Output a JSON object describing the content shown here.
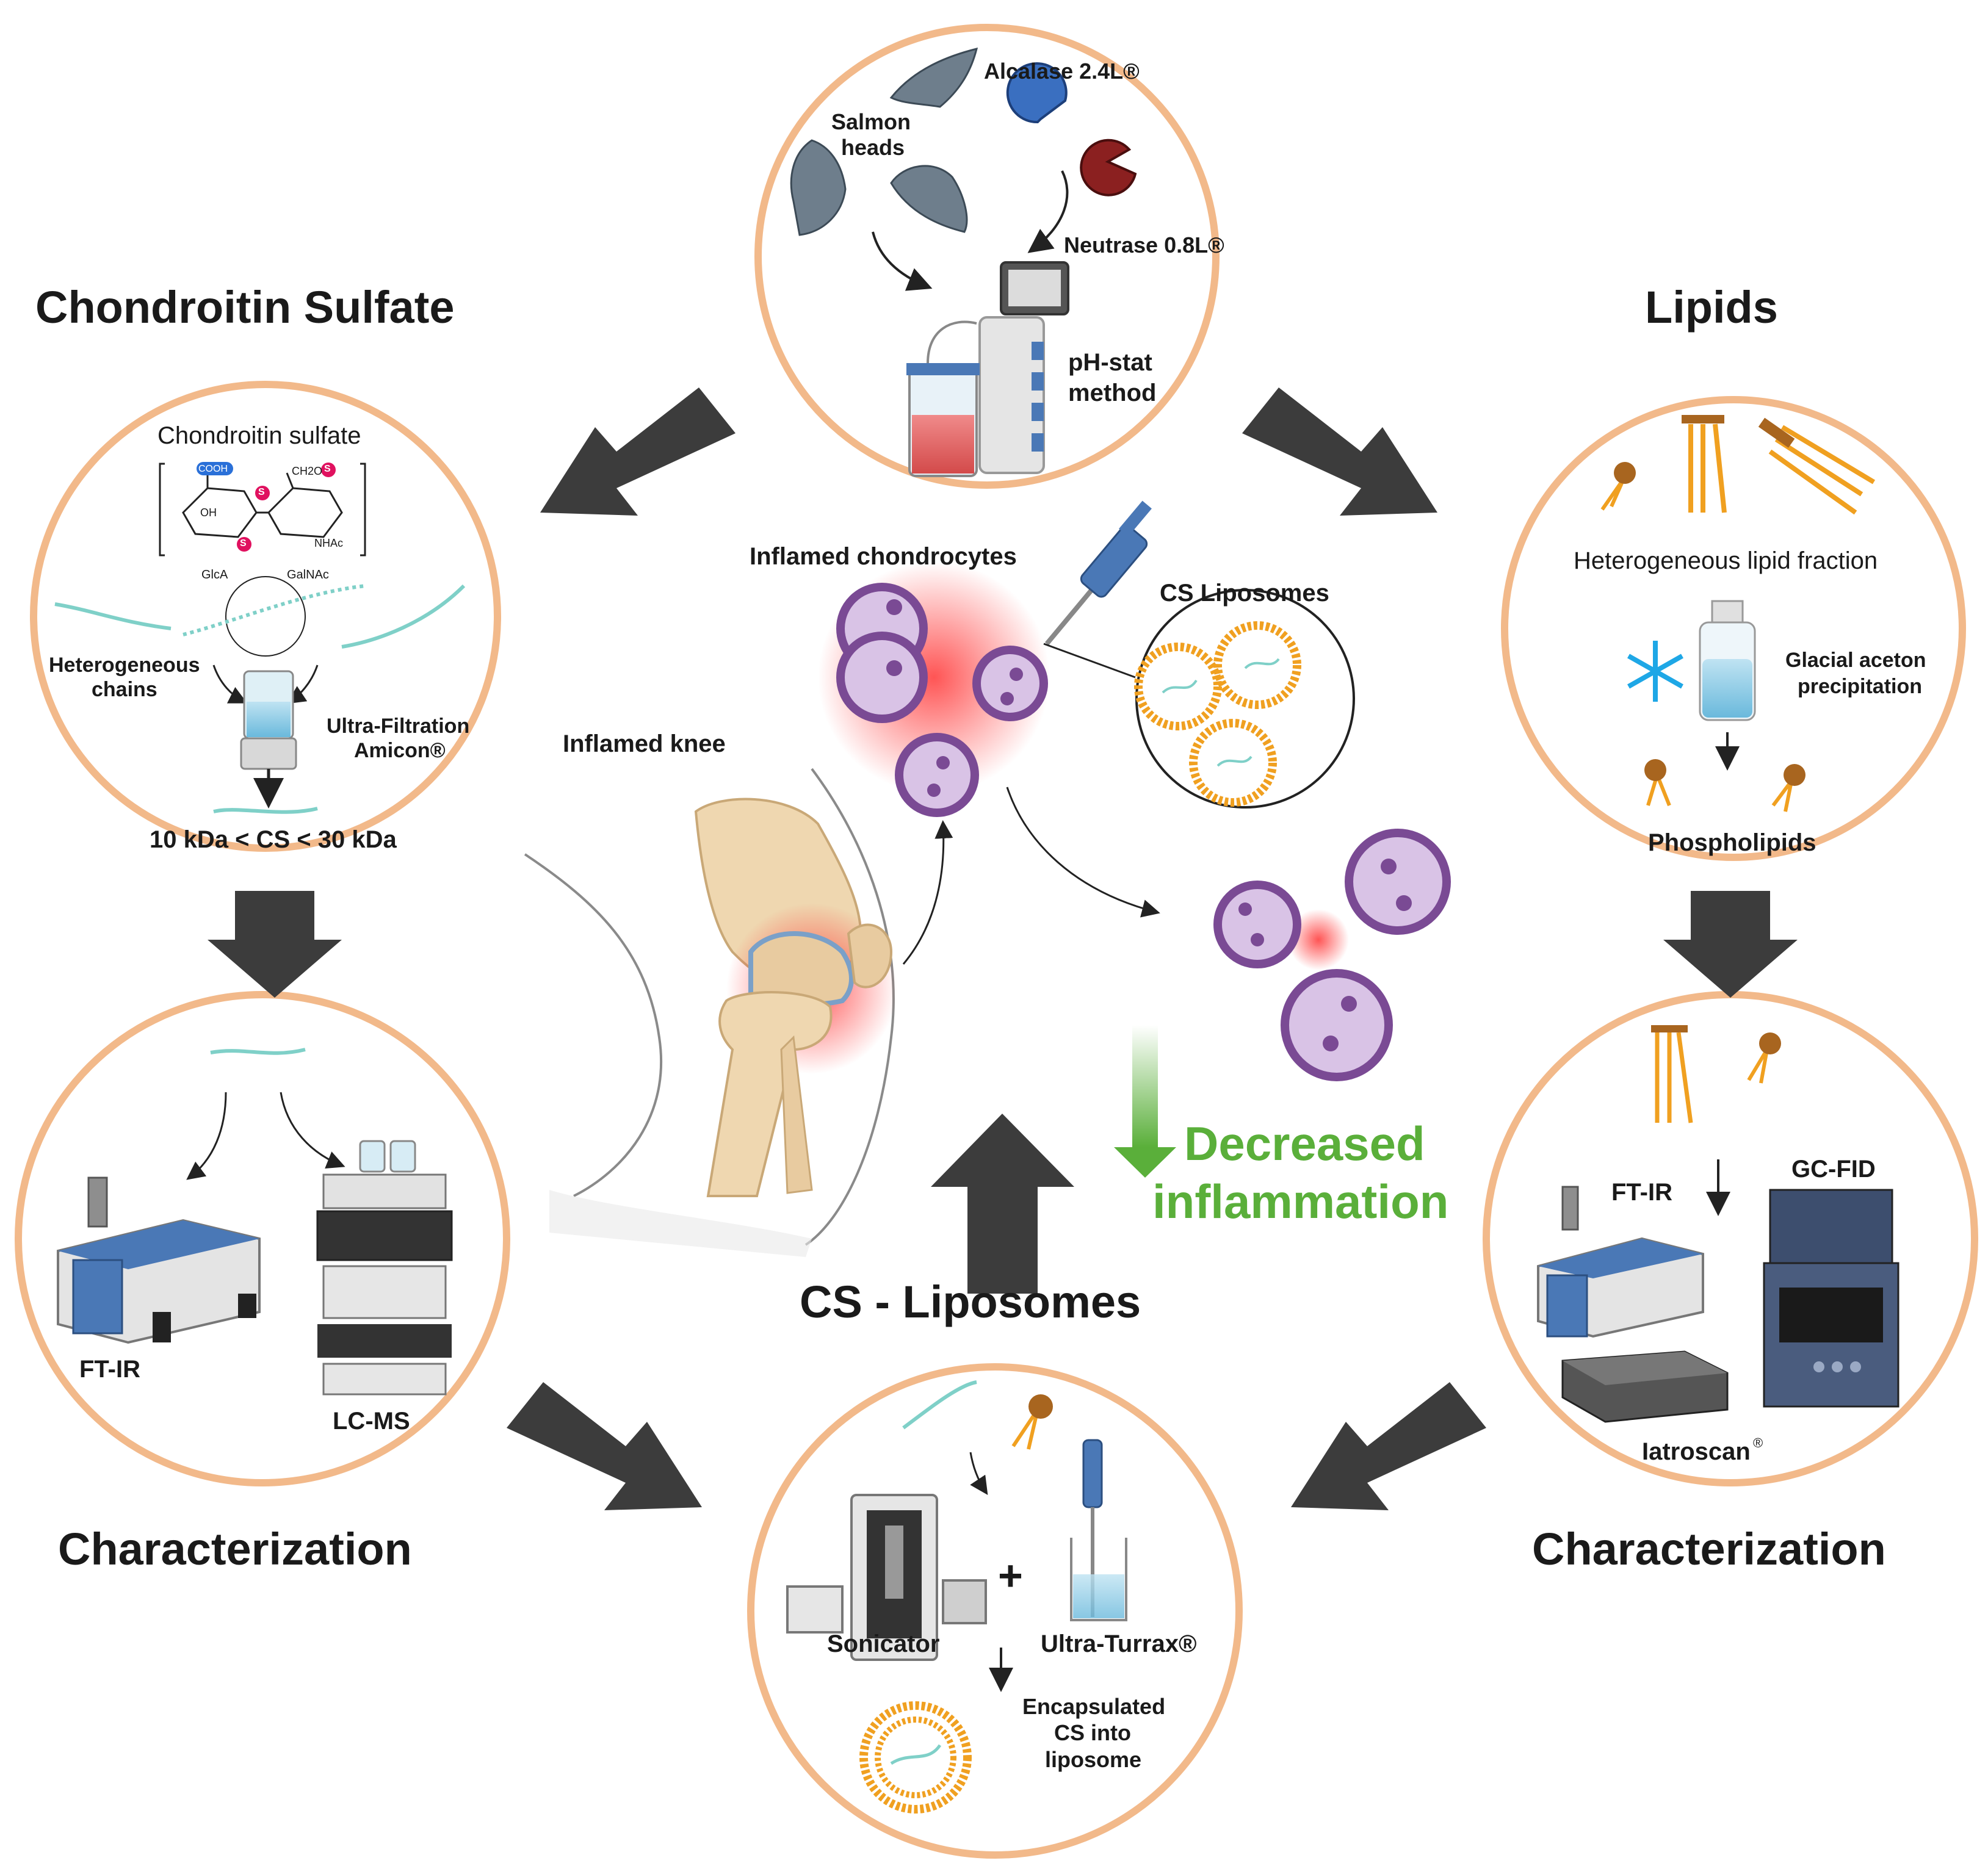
{
  "headings": {
    "chondroitin_sulfate": "Chondroitin Sulfate",
    "lipids": "Lipids",
    "characterization_left": "Characterization",
    "characterization_right": "Characterization",
    "cs_liposomes": "CS - Liposomes",
    "decreased_inflammation_line1": "Decreased",
    "decreased_inflammation_line2": "inflammation"
  },
  "top_circle": {
    "salmon_heads": [
      "Salmon",
      "heads"
    ],
    "alcalase": "Alcalase 2.4L®",
    "neutrase": "Neutrase 0.8L®",
    "ph_stat": [
      "pH-stat",
      "method"
    ]
  },
  "cs_circle": {
    "title": "Chondroitin sulfate",
    "heterogeneous_chains": [
      "Heterogeneous",
      "chains"
    ],
    "ultrafiltration": [
      "Ultra-Filtration",
      "Amicon®"
    ],
    "range": "10 kDa < CS < 30 kDa",
    "structure_labels": {
      "cooh": "COOH",
      "oh": "OH",
      "ch2o": "CH2O",
      "nhac": "NHAc",
      "glca": "GlcA",
      "galnac": "GalNAc",
      "s": "S"
    }
  },
  "lipids_circle": {
    "heterogeneous_lipid": "Heterogeneous lipid fraction",
    "precipitation": [
      "Glacial aceton",
      "precipitation"
    ],
    "phospholipids": "Phospholipids"
  },
  "char_left": {
    "ftir": "FT-IR",
    "lcms": "LC-MS"
  },
  "char_right": {
    "ftir": "FT-IR",
    "gcfid": "GC-FID",
    "iatroscan": "Iatroscan",
    "iatroscan_mark": "®"
  },
  "center": {
    "inflamed_chondrocytes": "Inflamed chondrocytes",
    "cs_liposomes_label": "CS Liposomes",
    "inflamed_knee": "Inflamed knee"
  },
  "bottom_circle": {
    "sonicator": "Sonicator",
    "plus": "+",
    "ultraturrax": "Ultra-Turrax®",
    "encapsulated": [
      "Encapsulated",
      "CS into",
      "liposome"
    ]
  },
  "colors": {
    "circle_border": "#f2b98a",
    "big_arrow": "#3c3c3c",
    "green": "#5aaf3a",
    "cell_fill": "#d9c3e6",
    "cell_border": "#7a4a94",
    "lipid_head": "#a8651f",
    "lipid_tail": "#f0a020",
    "chain": "#7fd0c8",
    "instrument_blue": "#4a78b6",
    "inflammation": "#ff3a3a"
  }
}
